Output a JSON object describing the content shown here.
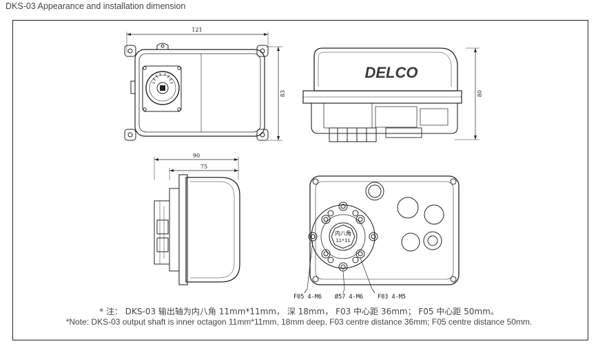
{
  "page": {
    "title": "DKS-03 Appearance and installation dimension"
  },
  "views": {
    "top": {
      "width_label": "121",
      "height_label": "83"
    },
    "side": {
      "brand": "DELCO",
      "height_label": "80"
    },
    "end": {
      "outer_label": "90",
      "inner_label": "75"
    },
    "bottom": {
      "shaft_text_1": "内八角",
      "shaft_text_2": "11*11",
      "callout_f05": "F05 4-M6",
      "callout_dia": "Ø57 4-M6",
      "callout_f03": "F03 4-M5"
    }
  },
  "notes": {
    "chinese": "* 注： DKS-03 输出轴为内八角 11mm*11mm， 深 18mm， F03 中心距 36mm； F05 中心距 50mm。",
    "english": "*Note: DKS-03 output shaft is inner octagon 11mm*11mm, 18mm deep, F03 centre distance 36mm; F05 centre distance 50mm."
  }
}
